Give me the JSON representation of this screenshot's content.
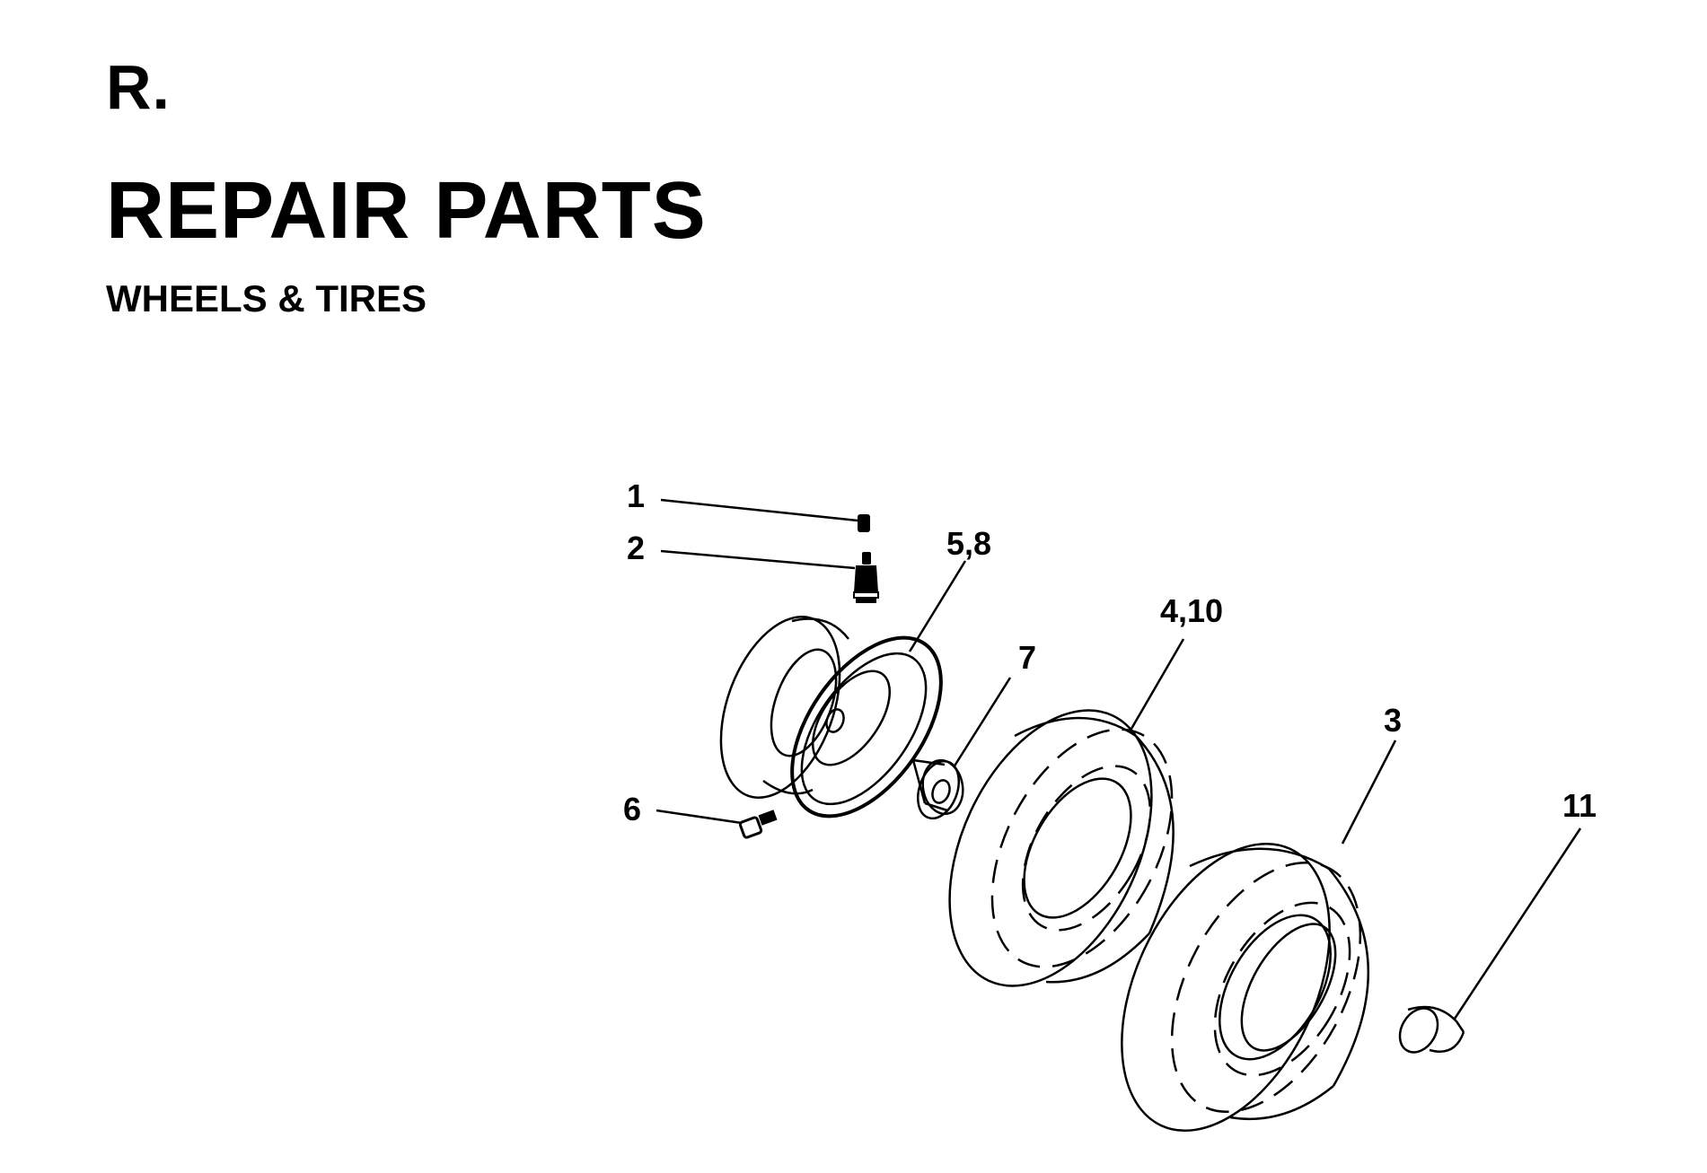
{
  "header": {
    "section_letter": "R.",
    "title": "REPAIR PARTS",
    "subtitle": "WHEELS & TIRES"
  },
  "callouts": {
    "valve_cap": "1",
    "valve_stem": "2",
    "rim": "5,8",
    "bolt": "6",
    "bushing": "7",
    "tire": "4,10",
    "tire_outer": "3",
    "spacer": "11"
  },
  "colors": {
    "ink": "#000000",
    "paper": "#ffffff"
  }
}
